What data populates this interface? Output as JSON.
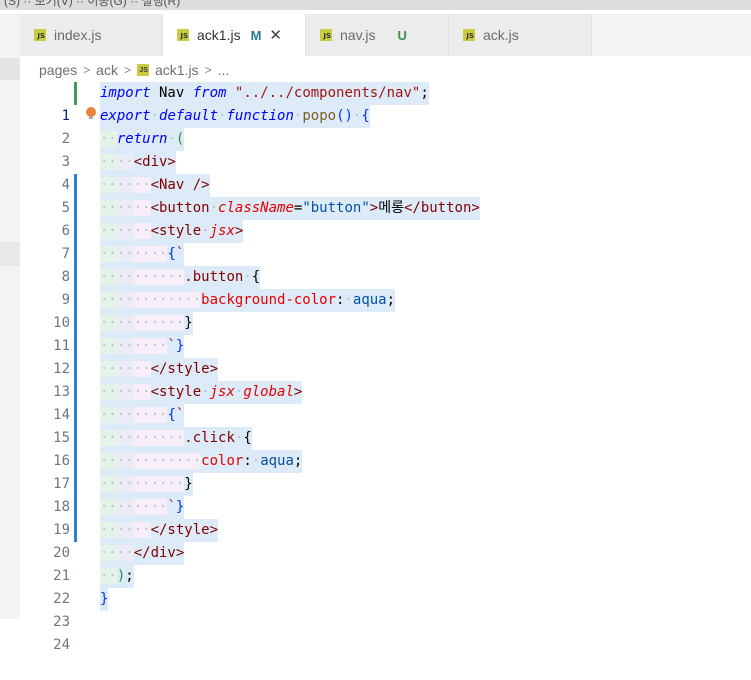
{
  "menubar": {
    "text": "(S)   ·· 보기(V)   ··  이동(G)   ··  실행(R)"
  },
  "tabs": [
    {
      "label": "index.js",
      "active": false,
      "badge": ""
    },
    {
      "label": "ack1.js",
      "active": true,
      "badge": "M"
    },
    {
      "label": "nav.js",
      "active": false,
      "badge": "U"
    },
    {
      "label": "ack.js",
      "active": false,
      "badge": ""
    }
  ],
  "breadcrumb": {
    "part1": "pages",
    "part2": "ack",
    "part3": "ack1.js",
    "part4": "...",
    "icon": "js-file-icon"
  },
  "line_numbers": [
    "1",
    "2",
    "3",
    "4",
    "5",
    "6",
    "7",
    "8",
    "9",
    "10",
    "11",
    "12",
    "13",
    "14",
    "15",
    "16",
    "17",
    "18",
    "19",
    "20",
    "21",
    "22",
    "23",
    "24"
  ],
  "code": {
    "l1": {
      "import": "import",
      "name": " Nav ",
      "from": "from",
      "space": " ",
      "path": "\"../../components/nav\"",
      "semi": ";"
    },
    "l2": {
      "export": "export",
      "default": "default",
      "function": "function",
      "name": "popo",
      "parens": "()",
      "brace": "{"
    },
    "l3": {
      "return": "return",
      "paren": "("
    },
    "l4": {
      "tag": "<div>"
    },
    "l5": {
      "tag": "<Nav />"
    },
    "l6": {
      "open": "<button",
      "attr": "className",
      "eq": "=",
      "val": "\"button\"",
      "close": ">",
      "text": "메롱",
      "end": "</button>"
    },
    "l7": {
      "open": "<style",
      "attr": "jsx",
      "close": ">"
    },
    "l8": {
      "brace": "{",
      "tick": "`"
    },
    "l9": {
      "selector": ".button",
      "brace": "{"
    },
    "l10": {
      "prop": "background-color",
      "colon": ":",
      "value": "aqua",
      "semi": ";"
    },
    "l11": {
      "brace": "}"
    },
    "l12": {
      "tick": "`",
      "brace": "}"
    },
    "l13": {
      "tag": "</style>"
    },
    "l14": {
      "open": "<style",
      "attr1": "jsx",
      "attr2": "global",
      "close": ">"
    },
    "l15": {
      "brace": "{",
      "tick": "`"
    },
    "l16": {
      "selector": ".click",
      "brace": "{"
    },
    "l17": {
      "prop": "color",
      "colon": ":",
      "value": "aqua",
      "semi": ";"
    },
    "l18": {
      "brace": "}"
    },
    "l19": {
      "tick": "`",
      "brace": "}"
    },
    "l20": {
      "tag": "</style>"
    },
    "l21": {
      "tag": "</div>"
    },
    "l22": {
      "paren": ")",
      "semi": ";"
    },
    "l23": {
      "brace": "}"
    }
  },
  "colors": {
    "added": "#48985d",
    "modified": "#2f7fd6",
    "lightbulb": "#e9823a"
  }
}
